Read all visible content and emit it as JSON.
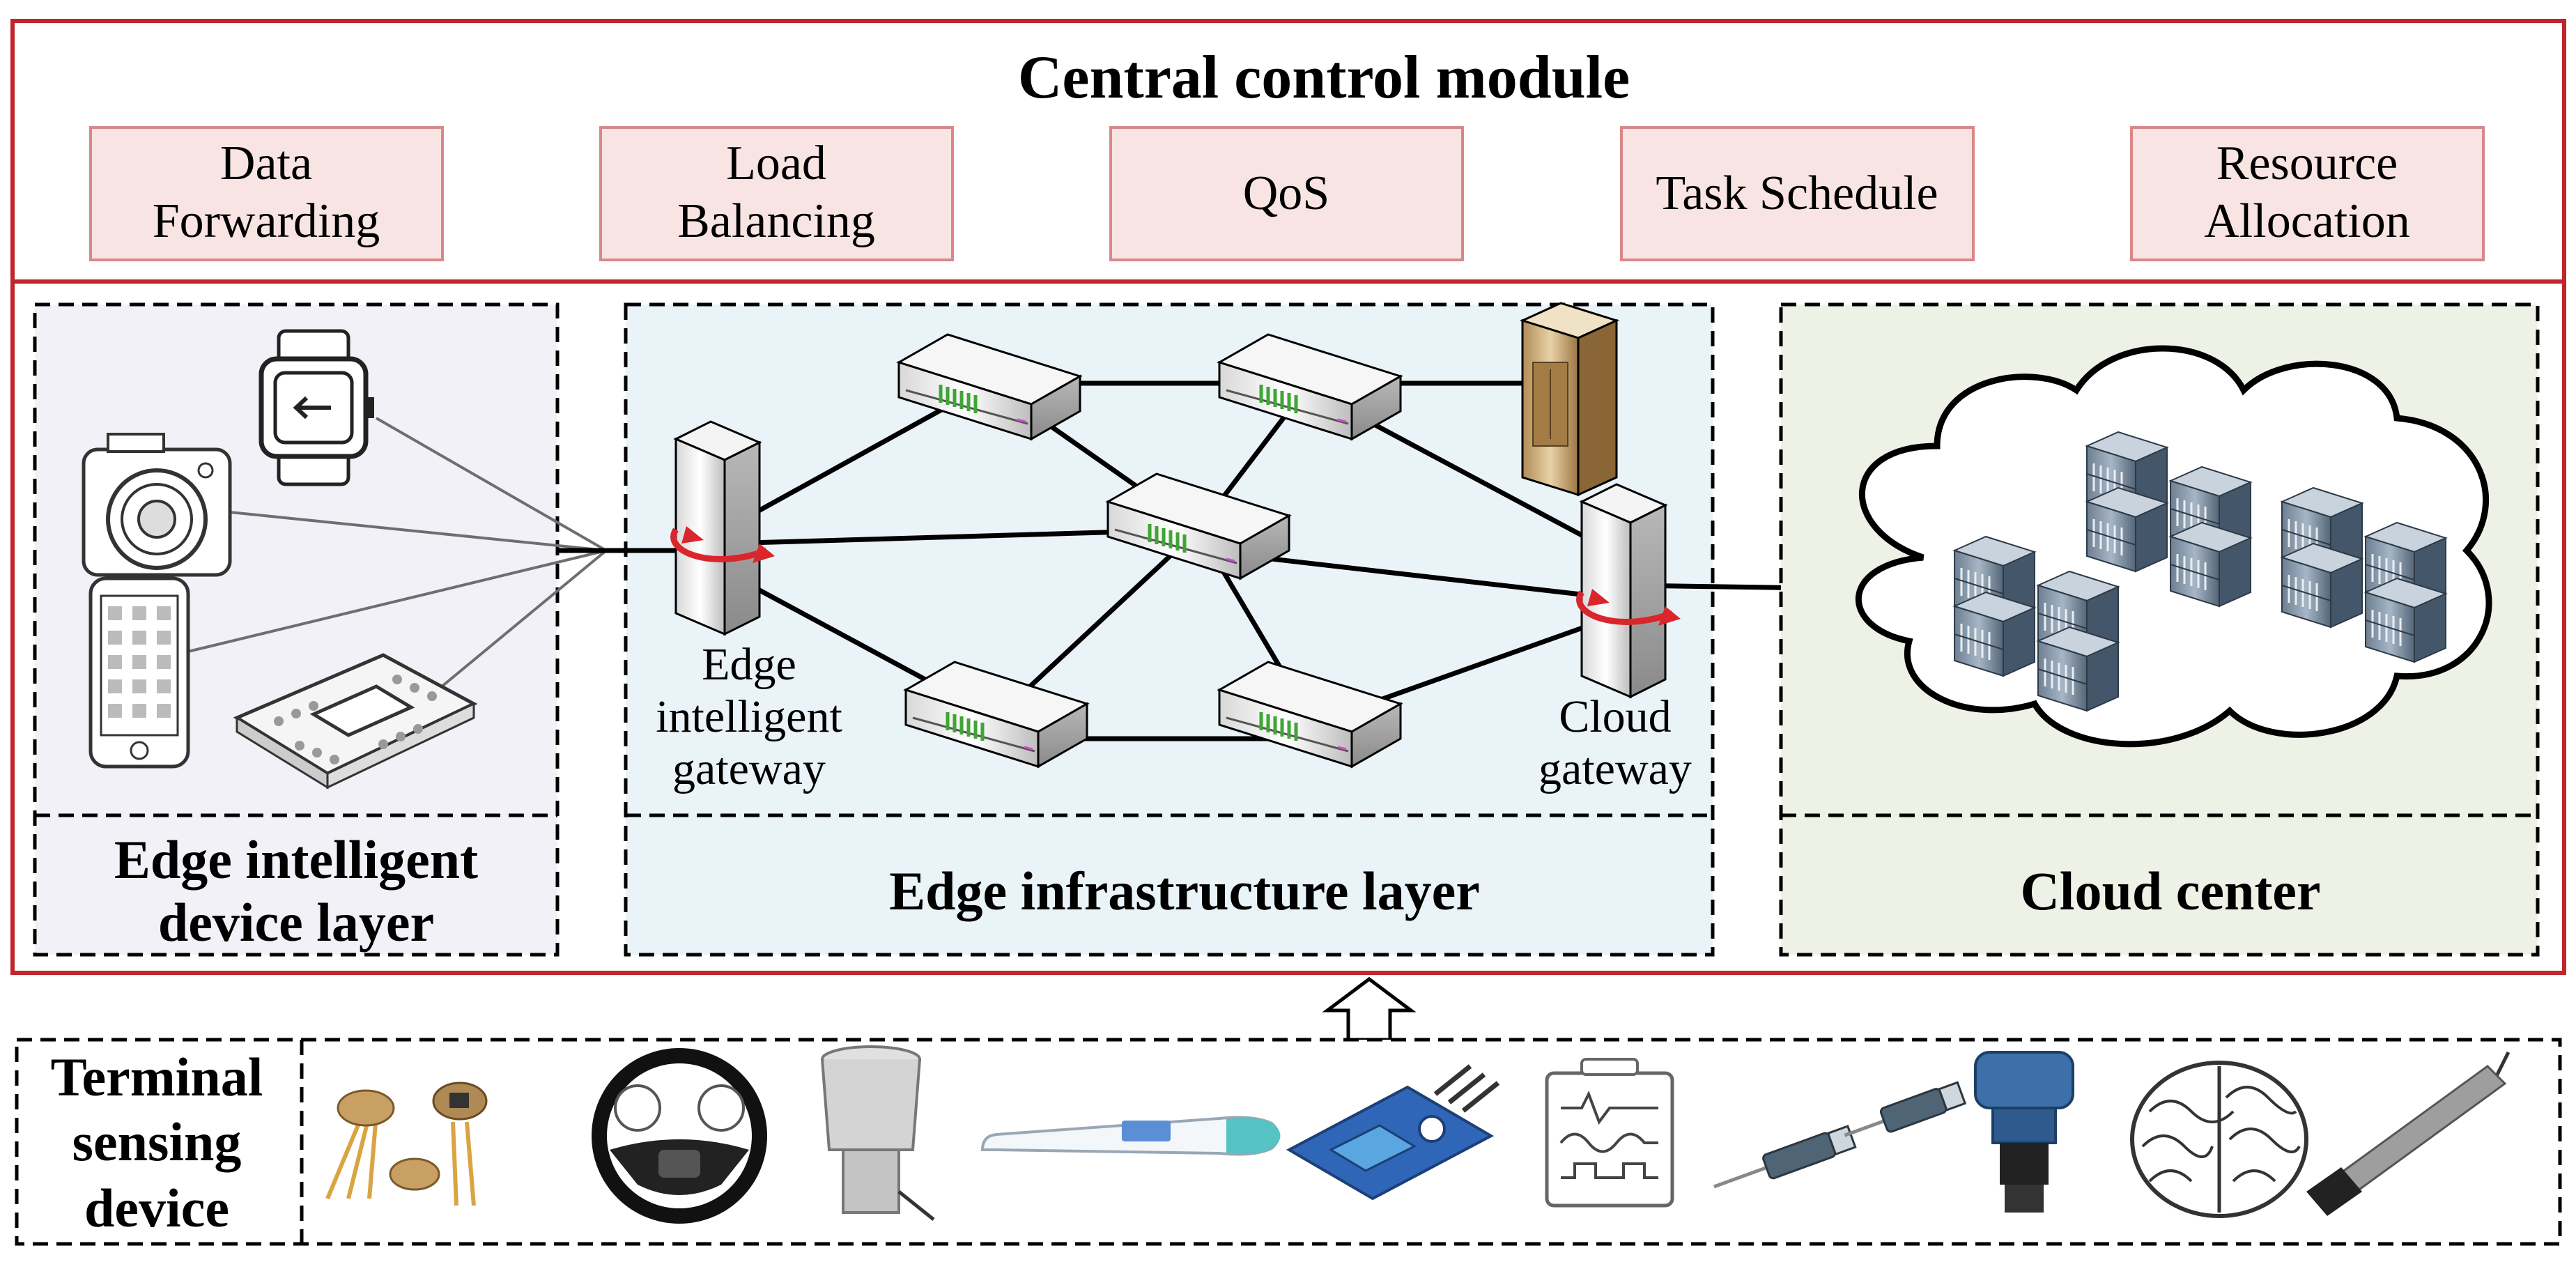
{
  "central_module": {
    "title": "Central control module",
    "functions": [
      {
        "line1": "Data",
        "line2": "Forwarding"
      },
      {
        "line1": "Load",
        "line2": "Balancing"
      },
      {
        "line1": "QoS",
        "line2": ""
      },
      {
        "line1": "Task Schedule",
        "line2": ""
      },
      {
        "line1": "Resource",
        "line2": "Allocation"
      }
    ]
  },
  "layers": {
    "device": {
      "line1": "Edge intelligent",
      "line2": "device layer"
    },
    "infrastructure": {
      "label": "Edge infrastructure layer"
    },
    "cloud": {
      "label": "Cloud center"
    }
  },
  "nodes": {
    "edge_gateway": {
      "line1": "Edge",
      "line2": "intelligent",
      "line3": "gateway"
    },
    "cloud_gateway": {
      "line1": "Cloud",
      "line2": "gateway"
    }
  },
  "terminal": {
    "line1": "Terminal",
    "line2": "sensing",
    "line3": "device"
  },
  "icons": {
    "devices": [
      "smartwatch-icon",
      "camera-icon",
      "smartphone-icon",
      "chip-icon"
    ],
    "network": [
      "gateway-icon",
      "router-icon",
      "server-icon",
      "server-rack-icon",
      "cloud-icon"
    ],
    "sensors": [
      "phototransistor-sensor-icon",
      "steering-wheel-sensor-icon",
      "rain-gauge-sensor-icon",
      "thermometer-sensor-icon",
      "humidity-sensor-module-icon",
      "oscilloscope-icon",
      "proximity-sensor-icon",
      "ultrasonic-sensor-icon",
      "brain-icon",
      "probe-sensor-icon"
    ]
  },
  "colors": {
    "module_border": "#c0262c",
    "function_fill": "#f9e4e4",
    "function_border": "#d9888a",
    "device_layer_fill": "#f3f1f8",
    "infra_layer_fill": "#eaf3f8",
    "cloud_layer_fill": "#eef2e6",
    "gateway_arrow": "#d9262c",
    "router_port": "#3fa535"
  }
}
